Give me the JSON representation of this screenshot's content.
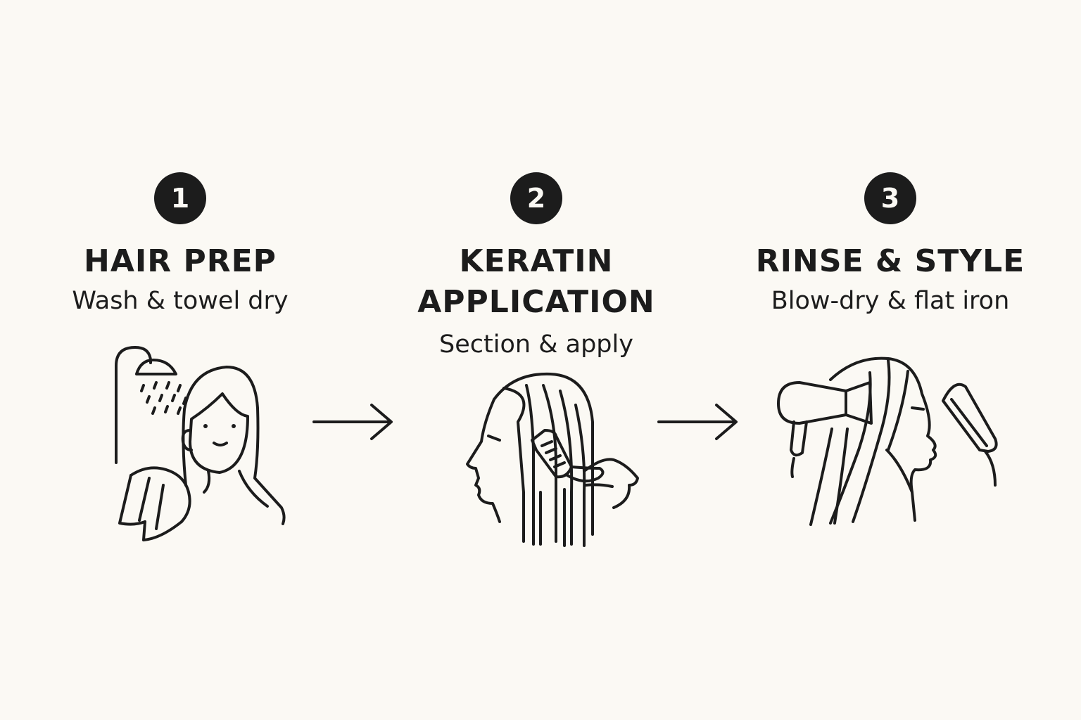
{
  "steps": [
    {
      "number": "1",
      "title": "HAIR PREP",
      "subtitle": "Wash & towel dry",
      "icon": "shower-towel-icon"
    },
    {
      "number": "2",
      "title": "KERATIN\nAPPLICATION",
      "subtitle": "Section & apply",
      "icon": "comb-application-icon"
    },
    {
      "number": "3",
      "title": "RINSE & STYLE",
      "subtitle": "Blow-dry & flat iron",
      "icon": "blow-dryer-flat-iron-icon"
    }
  ],
  "connectors": [
    "arrow-right-icon",
    "arrow-right-icon"
  ],
  "colors": {
    "background": "#fbf9f4",
    "ink": "#1c1c1c"
  }
}
